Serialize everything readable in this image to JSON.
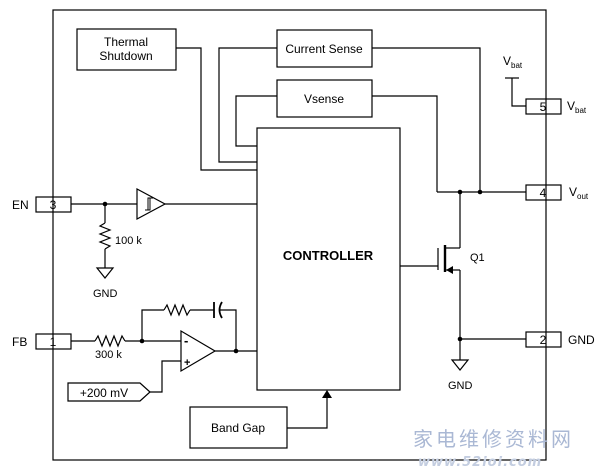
{
  "blocks": {
    "thermal_line1": "Thermal",
    "thermal_line2": "Shutdown",
    "current_sense": "Current Sense",
    "vsense": "Vsense",
    "controller": "CONTROLLER",
    "band_gap": "Band Gap",
    "ref_voltage": "+200 mV"
  },
  "pins": {
    "en": {
      "label": "EN",
      "number": "3"
    },
    "fb": {
      "label": "FB",
      "number": "1"
    },
    "vbat": {
      "number": "5",
      "label_main": "V",
      "label_sub": "bat"
    },
    "vout": {
      "number": "4",
      "label_main": "V",
      "label_sub": "out"
    },
    "gnd": {
      "number": "2",
      "label": "GND"
    }
  },
  "components": {
    "en_resistor": "100 k",
    "fb_resistor": "300 k",
    "transistor": "Q1",
    "en_ground": "GND",
    "q1_ground": "GND",
    "vbat_source_main": "V",
    "vbat_source_sub": "bat",
    "opamp_minus": "-",
    "opamp_plus": "+"
  },
  "watermark": {
    "title": "家电维修资料网",
    "url": "www.52ioi.com"
  }
}
